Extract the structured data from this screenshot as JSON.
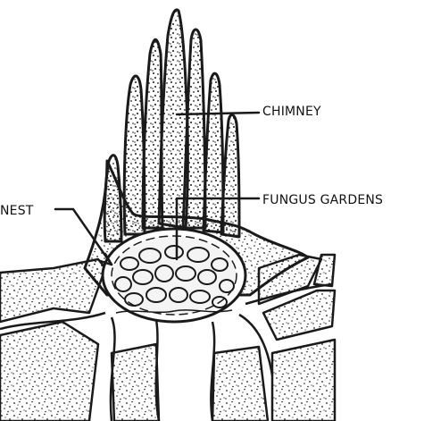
{
  "labels": {
    "chimney": "CHIMNEY",
    "fungus_gardens": "FUNGUS GARDENS",
    "nest": "NEST"
  },
  "colors": {
    "ink": "#1a1a1a",
    "paper": "#ffffff",
    "tunnel_fill": "#cfcfcf"
  }
}
